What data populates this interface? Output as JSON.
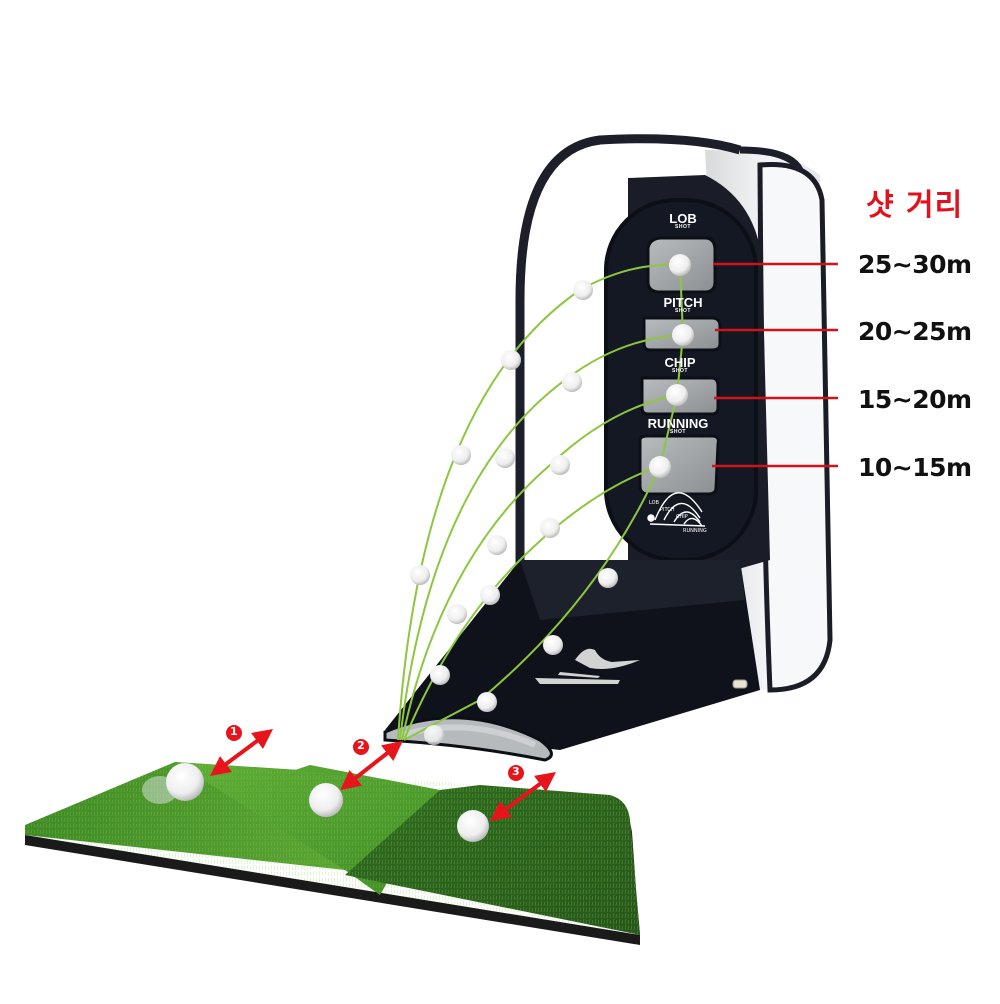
{
  "heading": {
    "title": "샷 거리",
    "color": "#e3111b"
  },
  "distances": [
    {
      "shot": "LOB SHOT",
      "range": "25~30m"
    },
    {
      "shot": "PITCH SHOT",
      "range": "20~25m"
    },
    {
      "shot": "CHIP SHOT",
      "range": "15~20m"
    },
    {
      "shot": "RUNNING SHOT",
      "range": "10~15m"
    }
  ],
  "net_labels": {
    "lob": "LOB",
    "lob_sub": "SHOT",
    "pitch": "PITCH",
    "pitch_sub": "SHOT",
    "chip": "CHIP",
    "chip_sub": "SHOT",
    "running": "RUNNING",
    "running_sub": "SHOT",
    "diagram_lob": "LOB",
    "diagram_pitch": "PITCH",
    "diagram_chip": "CHIP",
    "diagram_running": "RUNNING"
  },
  "mat_markers": [
    {
      "number": "1"
    },
    {
      "number": "2"
    },
    {
      "number": "3"
    }
  ],
  "colors": {
    "leader_line": "#d0121b",
    "arrow": "#e8141c",
    "trajectory": "#8dc63f",
    "net_fabric": "#161a24",
    "mesh": "#9a9d9f",
    "turf_light": "#4f9a2c",
    "turf_dark": "#2e6a1e"
  }
}
